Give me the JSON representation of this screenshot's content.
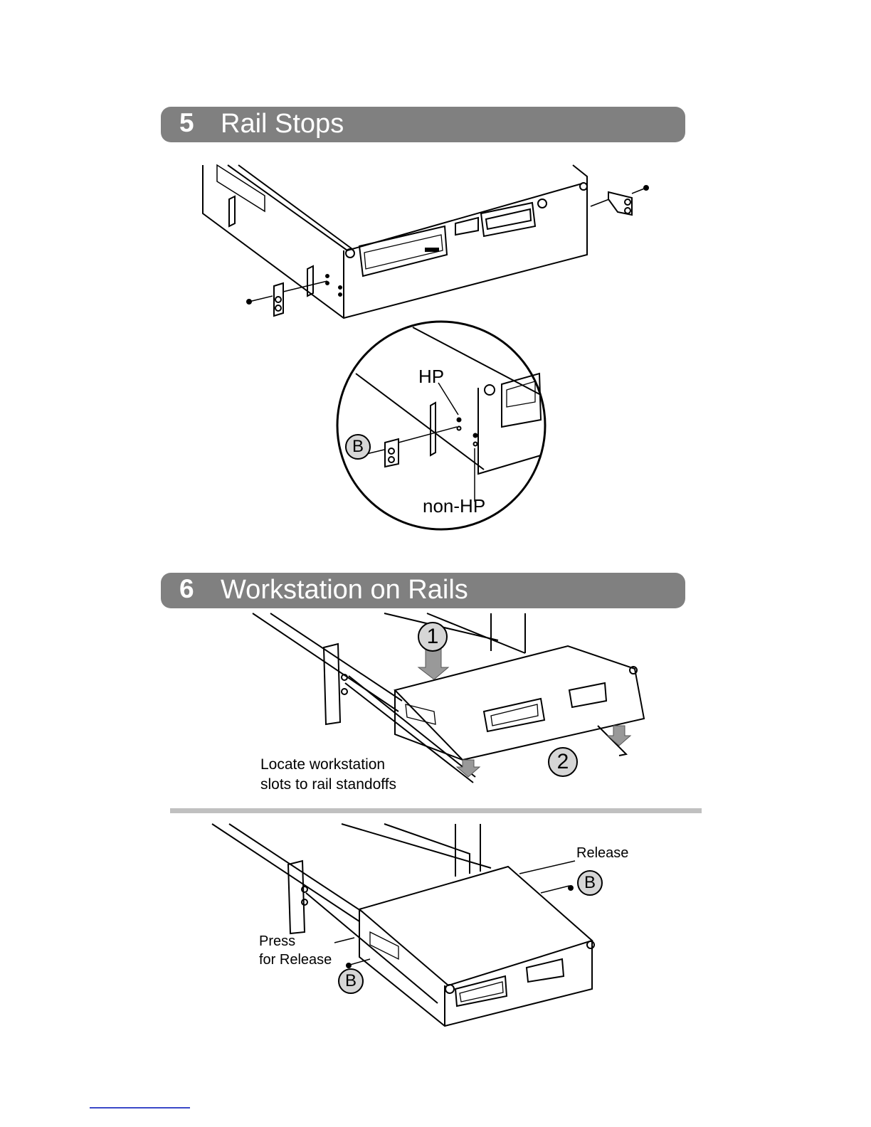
{
  "sections": [
    {
      "number": "5",
      "title": "Rail Stops"
    },
    {
      "number": "6",
      "title": "Workstation on Rails"
    }
  ],
  "figure5": {
    "label_hp": "HP",
    "label_non_hp": "non-HP",
    "callout_b": "B"
  },
  "figure6a": {
    "callout_1": "1",
    "callout_2": "2",
    "caption_line1": "Locate workstation",
    "caption_line2": "slots to rail standoffs"
  },
  "figure6b": {
    "label_release": "Release",
    "label_press_line1": "Press",
    "label_press_line2": "for Release",
    "callout_b_right": "B",
    "callout_b_left": "B"
  }
}
